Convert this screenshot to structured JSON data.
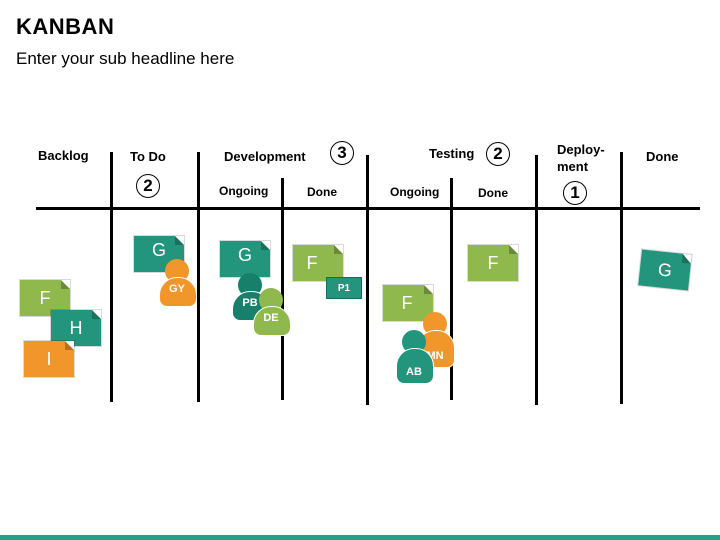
{
  "header": {
    "title": "KANBAN",
    "subtitle": "Enter your sub headline here"
  },
  "columns": {
    "backlog": "Backlog",
    "todo": "To Do",
    "development": "Development",
    "testing": "Testing",
    "deployment": "Deploy-\nment",
    "done": "Done"
  },
  "sub_columns": {
    "dev_ongoing": "Ongoing",
    "dev_done": "Done",
    "test_ongoing": "Ongoing",
    "test_done": "Done"
  },
  "wip_limits": {
    "todo": "2",
    "development": "3",
    "testing": "2",
    "deployment": "1"
  },
  "cards": {
    "backlog_f": "F",
    "backlog_h": "H",
    "backlog_i": "I",
    "todo_g": "G",
    "dev_ongoing_g": "G",
    "dev_done_f": "F",
    "dev_done_tag": "P1",
    "test_ongoing_f": "F",
    "test_done_f": "F",
    "done_g": "G"
  },
  "people": {
    "gy": "GY",
    "pb": "PB",
    "de": "DE",
    "mn": "MN",
    "ab": "AB"
  },
  "colors": {
    "teal": "#23957c",
    "dark_teal": "#17806a",
    "lime": "#8fb84d",
    "orange": "#f0962a",
    "footer": "#23a088"
  }
}
